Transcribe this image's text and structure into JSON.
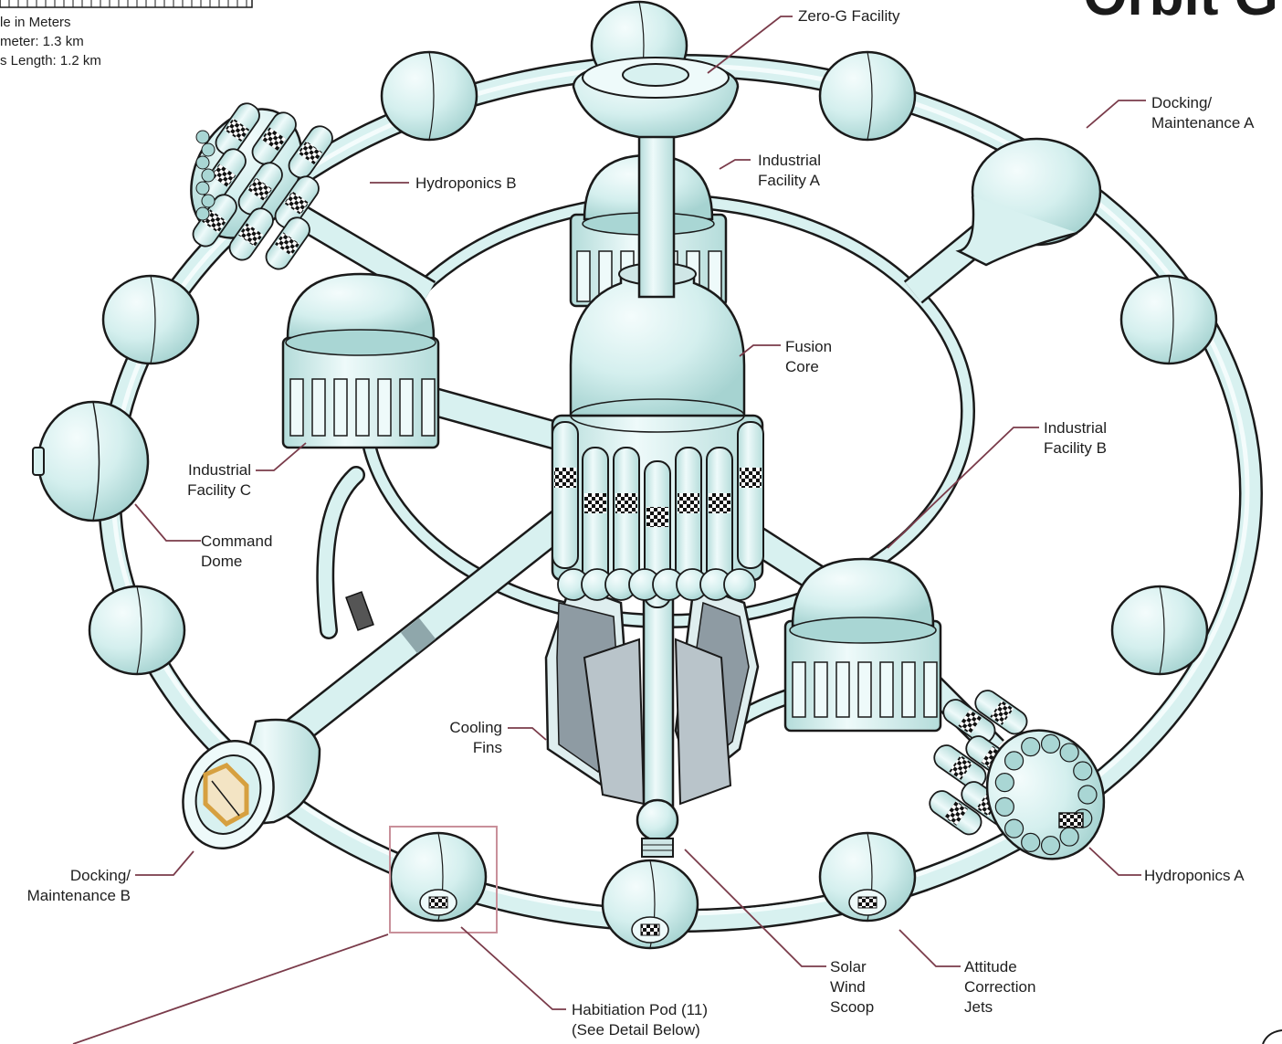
{
  "title": "Orbit Gr",
  "scale": {
    "line1": "le in Meters",
    "line2": "meter: 1.3 km",
    "line3": "s Length: 1.2 km"
  },
  "labels": {
    "zero_g": "Zero-G Facility",
    "docking_a": "Docking/\nMaintenance A",
    "hydroponics_b": "Hydroponics B",
    "industrial_a": "Industrial\nFacility A",
    "fusion_core": "Fusion\nCore",
    "industrial_b": "Industrial\nFacility B",
    "industrial_c": "Industrial\nFacility C",
    "command_dome": "Command\nDome",
    "cooling_fins": "Cooling\nFins",
    "docking_b": "Docking/\nMaintenance B",
    "hydroponics_a": "Hydroponics A",
    "attitude_jets": "Attitude\nCorrection\nJets",
    "solar_wind": "Solar\nWind\nScoop",
    "habitation_pod": "Habitiation Pod (11)\n(See Detail Below)"
  },
  "colors": {
    "hull": "#d8f1f0",
    "hull_light": "#eefafa",
    "hull_dark": "#a9d6d4",
    "outline": "#1a1a1a",
    "leader": "#7a3b4a",
    "fin": "#8e9ba3",
    "highlight_box": "#c9909a",
    "hatch": "#d6a040"
  }
}
